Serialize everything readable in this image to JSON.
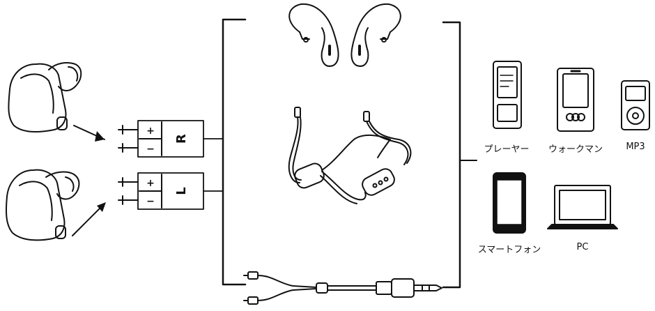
{
  "adapters": {
    "right": {
      "plus": "+",
      "minus": "−",
      "side": "R"
    },
    "left": {
      "plus": "+",
      "minus": "−",
      "side": "L"
    }
  },
  "devices": [
    {
      "icon": "player-icon",
      "label": "プレーヤー"
    },
    {
      "icon": "walkman-icon",
      "label": "ウォークマン"
    },
    {
      "icon": "mp3-icon",
      "label": "MP3"
    },
    {
      "icon": "smartphone-icon",
      "label": "スマートフォン"
    },
    {
      "icon": "laptop-icon",
      "label": "PC"
    }
  ]
}
